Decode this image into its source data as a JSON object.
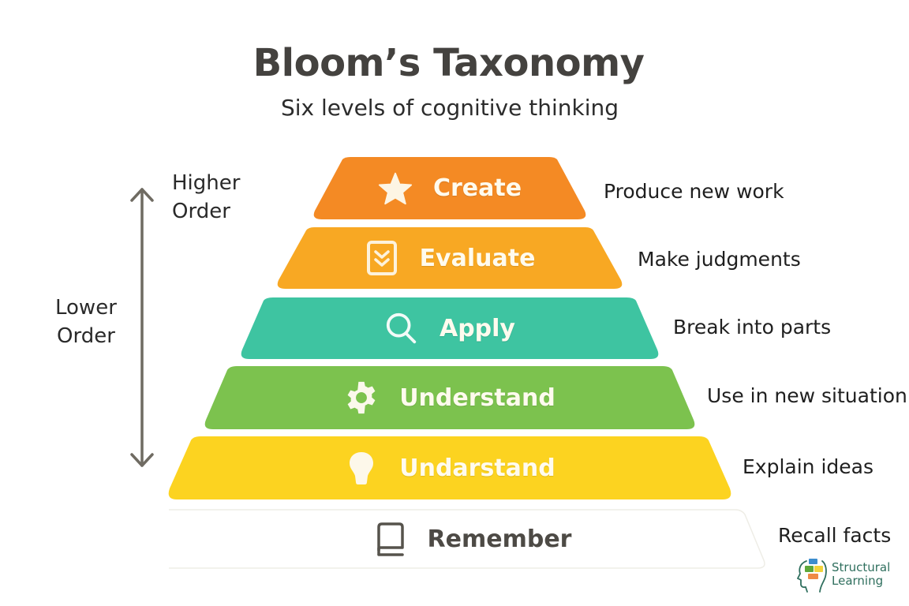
{
  "header": {
    "title": "Bloom’s Taxonomy",
    "subtitle": "Six levels of cognitive thinking"
  },
  "axis": {
    "top_label_line1": "Higher",
    "top_label_line2": "Order",
    "bottom_label_line1": "Lower",
    "bottom_label_line2": "Order",
    "arrow_color": "#6f6b62"
  },
  "tiers": [
    {
      "label": "Create",
      "icon": "star-icon",
      "color": "#f48a24",
      "description": "Produce new work"
    },
    {
      "label": "Evaluate",
      "icon": "checklist-icon",
      "color": "#f8a823",
      "description": "Make judgments"
    },
    {
      "label": "Apply",
      "icon": "search-icon",
      "color": "#3ec4a1",
      "description": "Break into parts"
    },
    {
      "label": "Understand",
      "icon": "gear-icon",
      "color": "#7cc24e",
      "description": "Use in new situation"
    },
    {
      "label": "Undarstand",
      "icon": "lightbulb-icon",
      "color": "#fcd320",
      "description": "Explain ideas"
    },
    {
      "label": "Remember",
      "icon": "book-icon",
      "color": "#ffffff",
      "description": "Recall facts"
    }
  ],
  "logo": {
    "line1": "Structural",
    "line2": "Learning"
  }
}
